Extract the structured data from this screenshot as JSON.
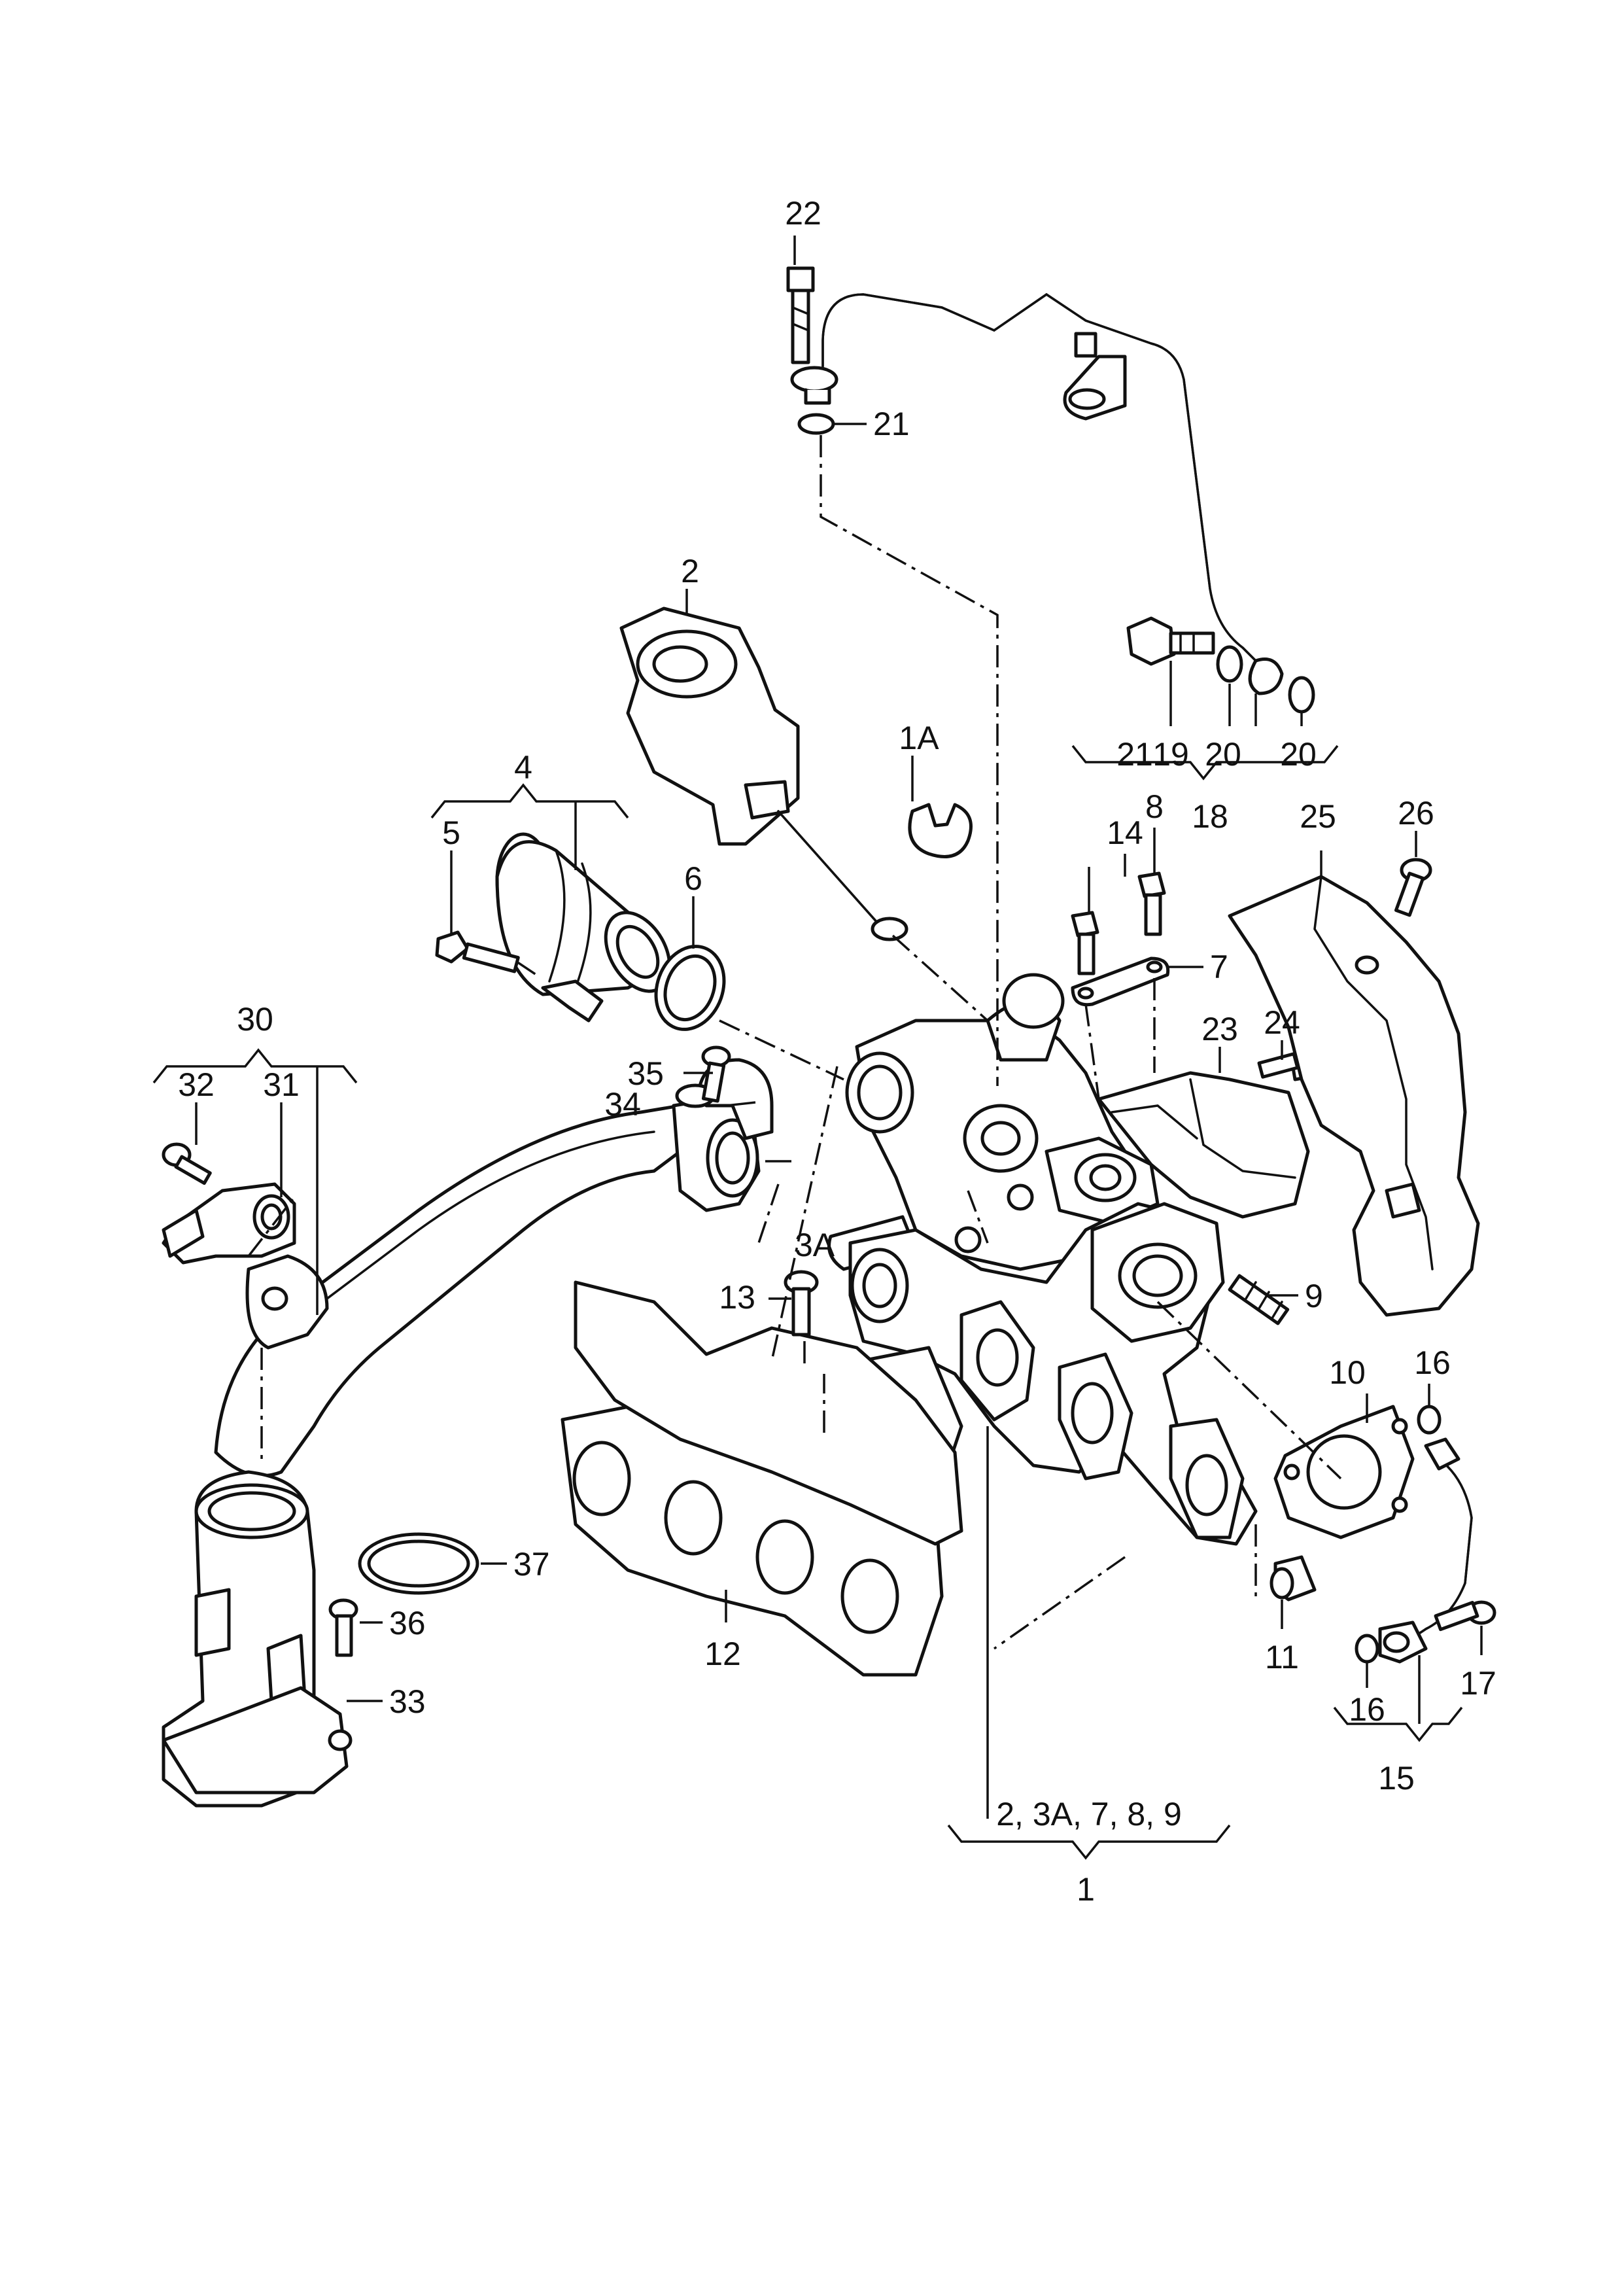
{
  "diagram": {
    "labels": {
      "p1": "1",
      "p1_sub": "2, 3A, 7, 8, 9",
      "p1A": "1A",
      "p2": "2",
      "p3A": "3A",
      "p4": "4",
      "p5": "5",
      "p6": "6",
      "p7": "7",
      "p8": "8",
      "p9": "9",
      "p10": "10",
      "p11": "11",
      "p12": "12",
      "p13": "13",
      "p14": "14",
      "p15": "15",
      "p16a": "16",
      "p16b": "16",
      "p17": "17",
      "p18": "18",
      "p19": "19",
      "p20a": "20",
      "p20b": "20",
      "p21a": "21",
      "p21b": "21",
      "p22": "22",
      "p23": "23",
      "p24": "24",
      "p25": "25",
      "p26": "26",
      "p30": "30",
      "p31": "31",
      "p32": "32",
      "p33": "33",
      "p34": "34",
      "p35": "35",
      "p36": "36",
      "p37": "37"
    },
    "icons": {
      "turbocharger": "turbocharger-icon",
      "exhaust_manifold": "exhaust-manifold-icon",
      "charge_air_pipe": "charge-air-pipe-icon",
      "oil_line": "oil-supply-line-icon",
      "heat_shield": "heat-shield-icon",
      "actuator": "wastegate-actuator-icon"
    }
  }
}
